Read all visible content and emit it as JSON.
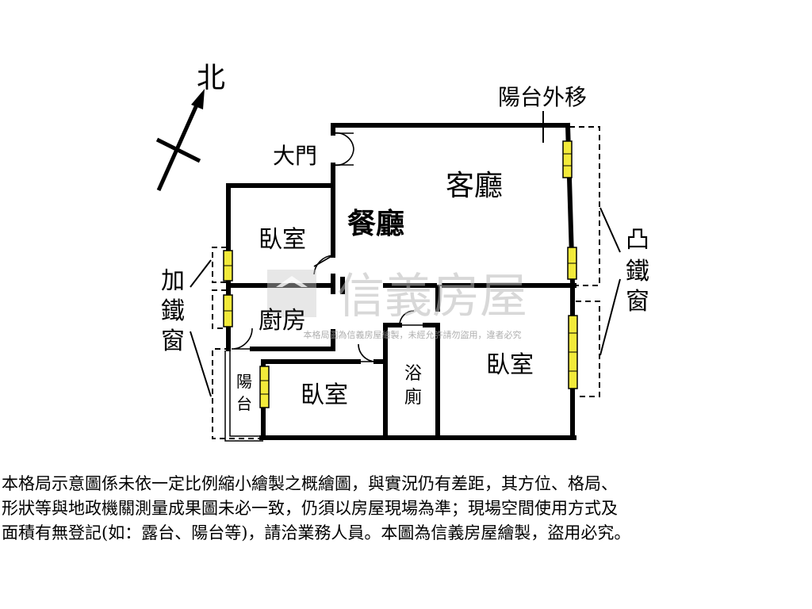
{
  "compass": {
    "north": "北"
  },
  "rooms": {
    "living_room": "客廳",
    "dining_room": "餐廳",
    "bedroom_upper_left": "臥室",
    "kitchen": "廚房",
    "bedroom_lower": "臥室",
    "bathroom_line1": "浴",
    "bathroom_line2": "廁",
    "bedroom_right": "臥室",
    "balcony_line1": "陽",
    "balcony_line2": "台"
  },
  "annotations": {
    "main_door": "大門",
    "balcony_moved_out": "陽台外移",
    "iron_window_left": [
      "加",
      "鐵",
      "窗"
    ],
    "bay_iron_window_right": [
      "凸",
      "鐵",
      "窗"
    ]
  },
  "watermark": {
    "brand": "信義房屋",
    "notice": "本格局圖為信義房屋繪製，未經允許請勿盜用，違者必究"
  },
  "disclaimer": [
    "本格局示意圖係未依一定比例縮小繪製之概繪圖，與實況仍有差距，其方位、格局、",
    "形狀等與地政機關測量成果圖未必一致，仍須以房屋現場為準；現場空間使用方式及",
    "面積有無登記(如：露台、陽台等)，請洽業務人員。本圖為信義房屋繪製，盜用必究。"
  ],
  "colors": {
    "wall": "#000000",
    "window": "#f2ea3a",
    "watermark": "#b9b9b9"
  }
}
